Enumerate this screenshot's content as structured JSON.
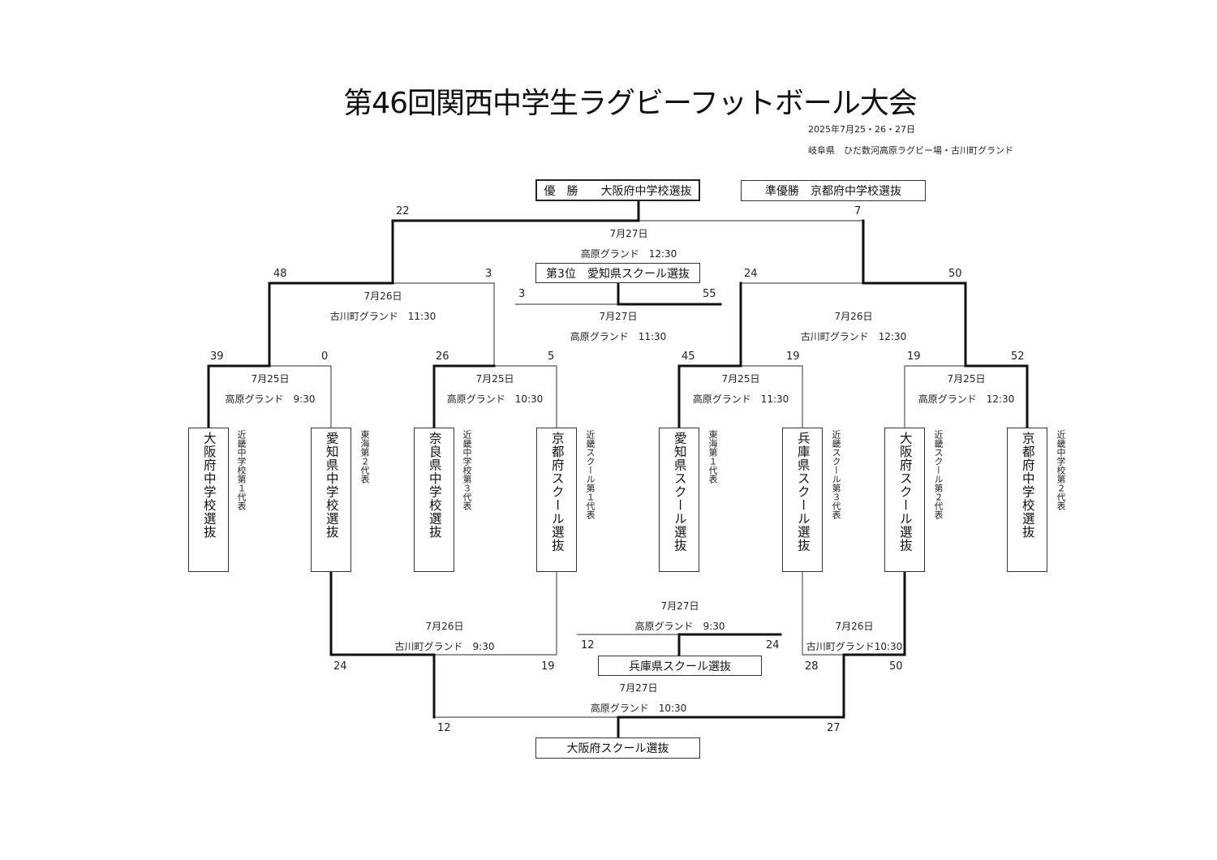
{
  "header": {
    "title": "第46回関西中学生ラグビーフットボール大会",
    "dates": "2025年7月25・26・27日",
    "venue": "岐阜県　ひだ数河高原ラグビー場・古川町グランド"
  },
  "results": {
    "champion": "優　勝　　大阪府中学校選抜",
    "runner_up": "準優勝　京都府中学校選抜",
    "third_place": "第3位　愛知県スクール選抜",
    "consolation_a_winner": "兵庫県スクール選抜",
    "consolation_b_winner": "大阪府スクール選抜"
  },
  "teams": [
    {
      "name": "大阪府中学校選抜",
      "qualification": "近畿中学校第１代表"
    },
    {
      "name": "愛知県中学校選抜",
      "qualification": "東海第２代表"
    },
    {
      "name": "奈良県中学校選抜",
      "qualification": "近畿中学校第３代表"
    },
    {
      "name": "京都府スクール選抜",
      "qualification": "近畿スクール第１代表"
    },
    {
      "name": "愛知県スクール選抜",
      "qualification": "東海第１代表"
    },
    {
      "name": "兵庫県スクール選抜",
      "qualification": "近畿スクール第３代表"
    },
    {
      "name": "大阪府スクール選抜",
      "qualification": "近畿スクール第２代表"
    },
    {
      "name": "京都府中学校選抜",
      "qualification": "近畿中学校第２代表"
    }
  ],
  "matches": {
    "r1_1": {
      "date": "7月25日",
      "venue": "高原グランド　9:30",
      "score_left": "39",
      "score_right": "0"
    },
    "r1_2": {
      "date": "7月25日",
      "venue": "高原グランド　10:30",
      "score_left": "26",
      "score_right": "5"
    },
    "r1_3": {
      "date": "7月25日",
      "venue": "高原グランド　11:30",
      "score_left": "45",
      "score_right": "19"
    },
    "r1_4": {
      "date": "7月25日",
      "venue": "高原グランド　12:30",
      "score_left": "19",
      "score_right": "52"
    },
    "sf_1": {
      "date": "7月26日",
      "venue": "古川町グランド　11:30",
      "score_left": "48",
      "score_right": "3"
    },
    "sf_2": {
      "date": "7月26日",
      "venue": "古川町グランド　12:30",
      "score_left": "24",
      "score_right": "50"
    },
    "final": {
      "date": "7月27日",
      "venue": "高原グランド　12:30",
      "score_left": "22",
      "score_right": "7"
    },
    "third": {
      "date": "7月27日",
      "venue": "高原グランド　11:30",
      "score_left": "3",
      "score_right": "55"
    },
    "cons_1": {
      "date": "7月26日",
      "venue": "古川町グランド　9:30",
      "score_left": "24",
      "score_right": "19"
    },
    "cons_2": {
      "date": "7月26日",
      "venue": "古川町グランド10:30",
      "score_left": "28",
      "score_right": "50"
    },
    "cons_a_final": {
      "date": "7月27日",
      "venue": "高原グランド　9:30",
      "score_left": "12",
      "score_right": "24"
    },
    "cons_b_final": {
      "date": "7月27日",
      "venue": "高原グランド　10:30",
      "score_left": "12",
      "score_right": "27"
    }
  }
}
